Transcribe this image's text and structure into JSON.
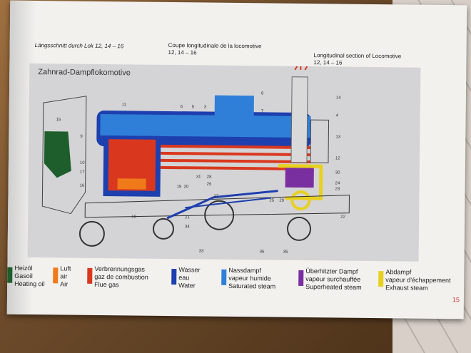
{
  "captions": {
    "de": "Längsschnitt durch Lok 12, 14 – 16",
    "fr": [
      "Coupe longitudinale de la locomotive",
      "12, 14 – 16"
    ],
    "en": [
      "Longitudinal section of Locomotive",
      "12, 14 – 16"
    ]
  },
  "figure": {
    "title": "Zahnrad-Dampflokomotive",
    "labels": [
      "15",
      "11",
      "6",
      "5",
      "3",
      "8",
      "7",
      "14",
      "4",
      "13",
      "9",
      "10",
      "17",
      "12",
      "30",
      "24",
      "23",
      "16",
      "31",
      "28",
      "19",
      "20",
      "26",
      "27",
      "25",
      "29",
      "22",
      "18",
      "21",
      "34",
      "33",
      "36",
      "35"
    ]
  },
  "legend": [
    {
      "color": "#1e5e2c",
      "lines": [
        "Heizöl",
        "Gasoil",
        "Heating oil"
      ]
    },
    {
      "color": "#f07a1a",
      "lines": [
        "Luft",
        "air",
        "Air"
      ]
    },
    {
      "color": "#d9381e",
      "lines": [
        "Verbrennungsgas",
        "gaz de combustion",
        "Flue gas"
      ]
    },
    {
      "color": "#1e3fae",
      "lines": [
        "Wasser",
        "eau",
        "Water"
      ]
    },
    {
      "color": "#2f7fd8",
      "lines": [
        "Nassdampf",
        "vapeur humide",
        "Saturated steam"
      ]
    },
    {
      "color": "#7a2fa0",
      "lines": [
        "Überhitzter Dampf",
        "vapeur surchauffée",
        "Superheated steam"
      ]
    },
    {
      "color": "#e8d020",
      "lines": [
        "Abdampf",
        "vapeur d'échappement",
        "Exhaust steam"
      ]
    }
  ],
  "page_number": "15"
}
